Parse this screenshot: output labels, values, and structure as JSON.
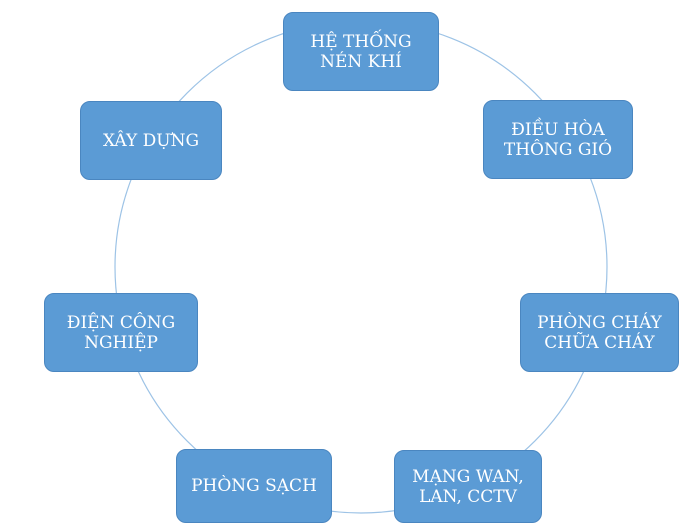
{
  "diagram": {
    "nodes": [
      {
        "lines": [
          "HỆ THỐNG",
          "NÉN KHÍ"
        ]
      },
      {
        "lines": [
          "ĐIỀU HÒA",
          "THÔNG GIÓ"
        ]
      },
      {
        "lines": [
          "PHÒNG CHÁY",
          "CHỮA CHÁY"
        ]
      },
      {
        "lines": [
          "MẠNG WAN,",
          "LAN, CCTV"
        ]
      },
      {
        "lines": [
          "PHÒNG SẠCH"
        ]
      },
      {
        "lines": [
          "ĐIỆN CÔNG",
          "NGHIỆP"
        ]
      },
      {
        "lines": [
          "XÂY DỰNG"
        ]
      }
    ],
    "colors": {
      "node_fill": "#5b9bd5",
      "node_text": "#ffffff",
      "ring": "#9dc3e6"
    }
  }
}
